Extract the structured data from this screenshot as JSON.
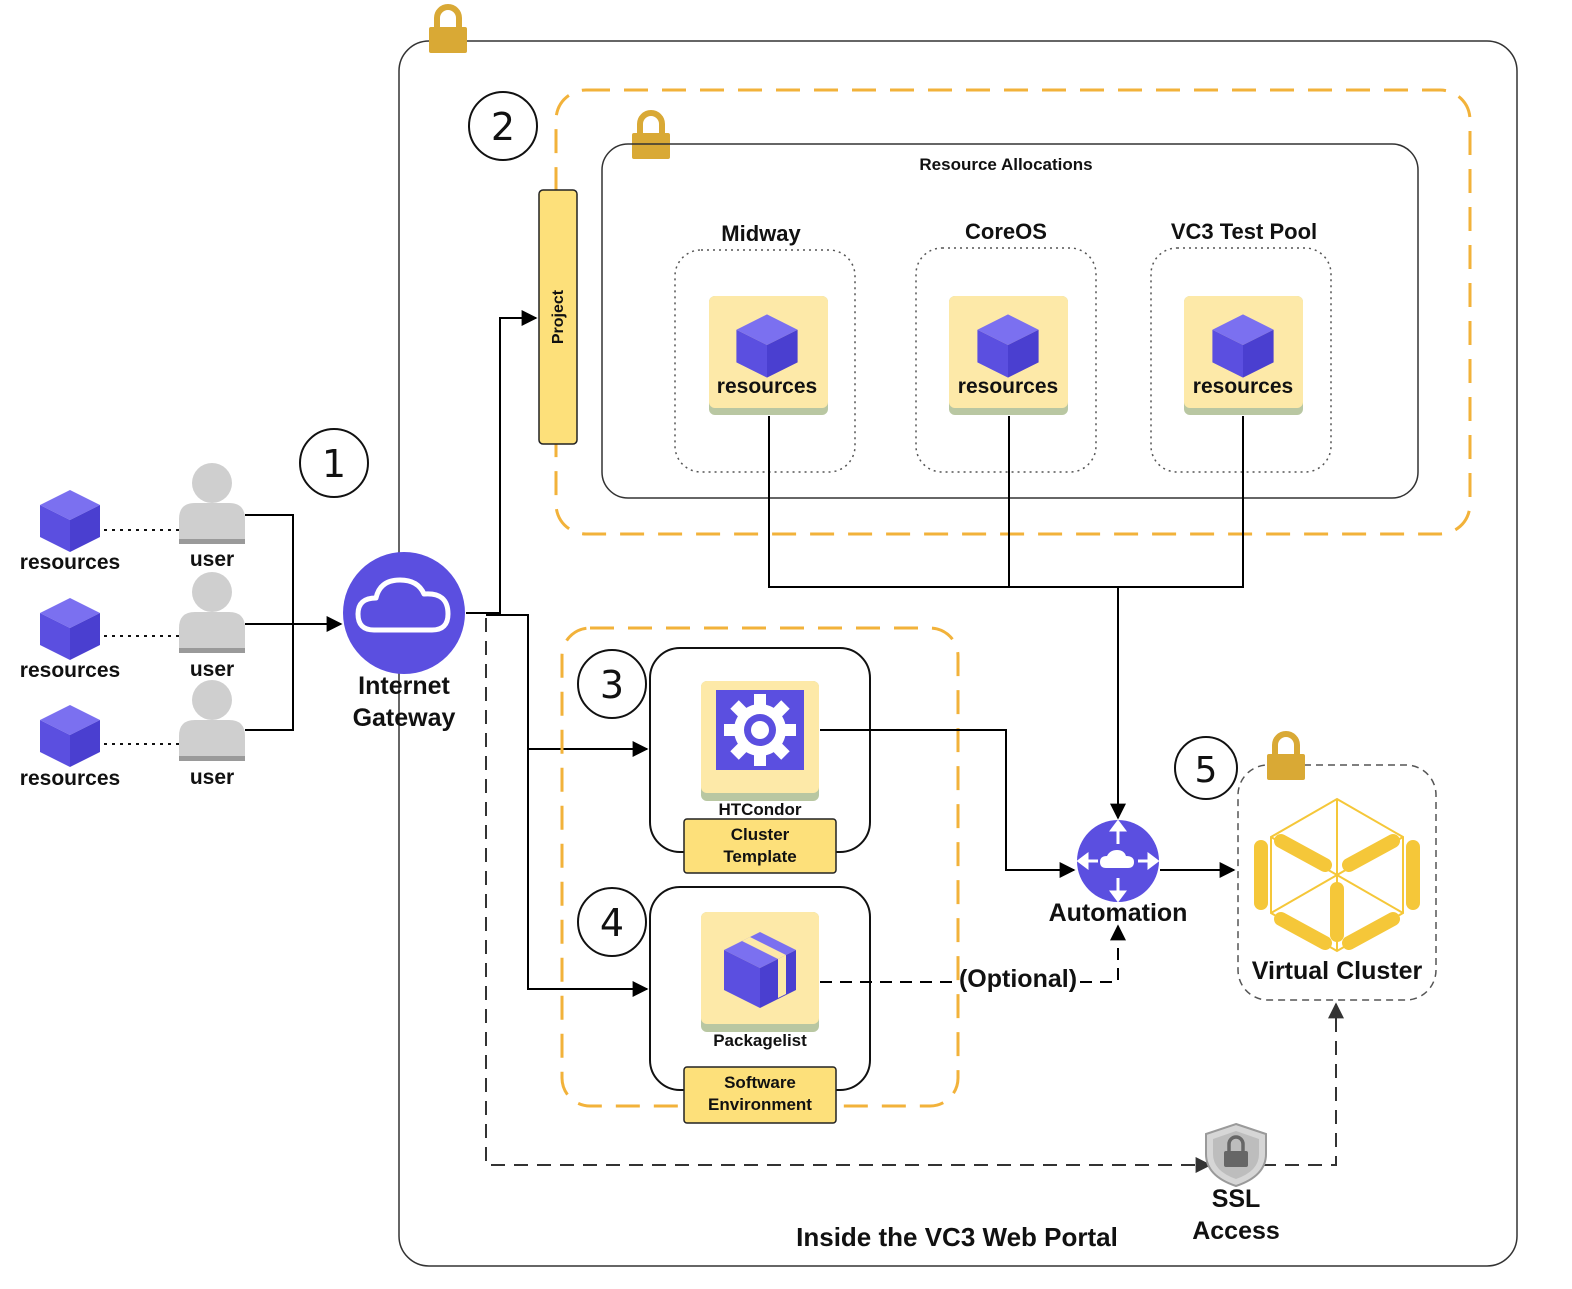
{
  "colors": {
    "purple": "#5b4fe0",
    "gold": "#f5c739",
    "lock": "#d9a935",
    "tile": "#fde9a8",
    "tile_base": "#b9c7a2",
    "line": "#000000",
    "dash_orange": "#f2b23a"
  },
  "users": [
    {
      "resource_label": "resources",
      "user_label": "user"
    },
    {
      "resource_label": "resources",
      "user_label": "user"
    },
    {
      "resource_label": "resources",
      "user_label": "user"
    }
  ],
  "steps": {
    "s1": "1",
    "s2": "2",
    "s3": "3",
    "s4": "4",
    "s5": "5"
  },
  "gateway": {
    "line1": "Internet",
    "line2": "Gateway",
    "icon": "cloud-icon"
  },
  "project": {
    "label": "Project"
  },
  "allocations": {
    "title": "Resource Allocations",
    "pools": [
      {
        "name": "Midway",
        "resource_label": "resources"
      },
      {
        "name": "CoreOS",
        "resource_label": "resources"
      },
      {
        "name": "VC3 Test Pool",
        "resource_label": "resources"
      }
    ]
  },
  "cluster_template": {
    "icon_label": "HTCondor",
    "tag_line1": "Cluster",
    "tag_line2": "Template",
    "icon": "gear-icon"
  },
  "software_env": {
    "icon_label": "Packagelist",
    "tag_line1": "Software",
    "tag_line2": "Environment",
    "icon": "package-icon"
  },
  "optional_label": "(Optional)",
  "automation": {
    "label": "Automation",
    "icon": "router-icon"
  },
  "virtual_cluster": {
    "label": "Virtual Cluster",
    "icon": "hexagon-cluster-icon"
  },
  "ssl": {
    "line1": "SSL",
    "line2": "Access",
    "icon": "shield-lock-icon"
  },
  "portal_label": "Inside the VC3 Web Portal"
}
